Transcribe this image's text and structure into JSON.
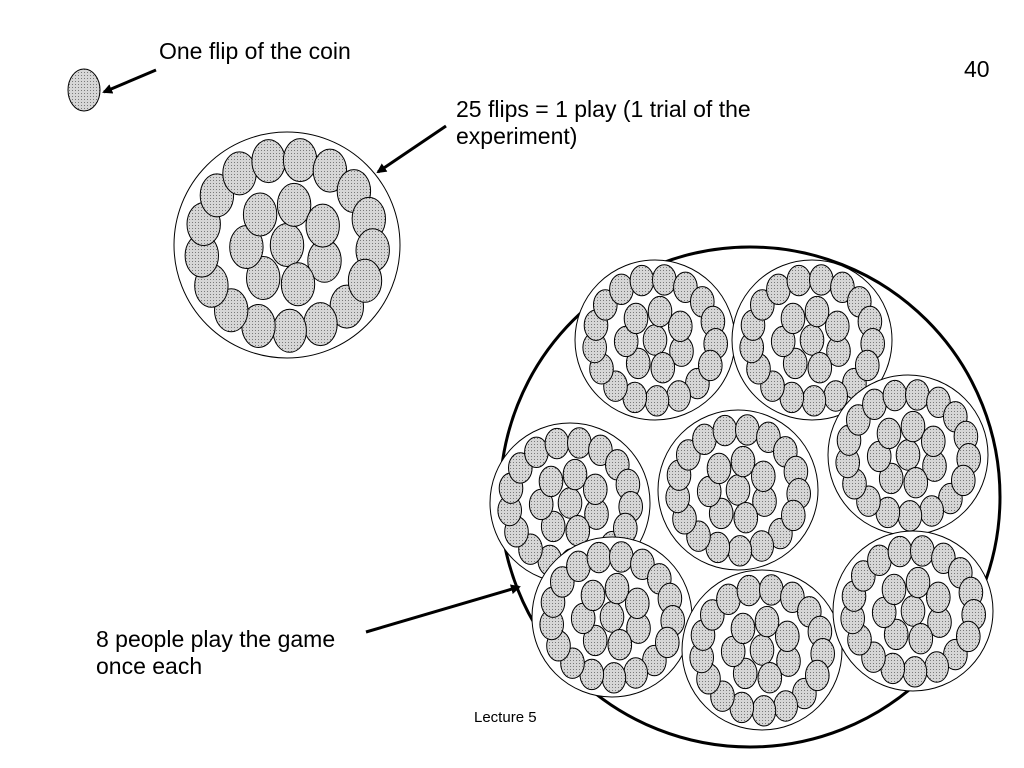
{
  "slide": {
    "page_number": "40",
    "footer": "Lecture 5"
  },
  "labels": {
    "one_flip": "One flip of the coin",
    "one_play": "25 flips = 1 play (1 trial of the experiment)",
    "eight_people": "8 people play the game once each"
  },
  "diagram": {
    "coins_per_play": 25,
    "plays_shown": 8,
    "coin_fill": "#cfcfcf",
    "stroke_color": "#000000"
  }
}
